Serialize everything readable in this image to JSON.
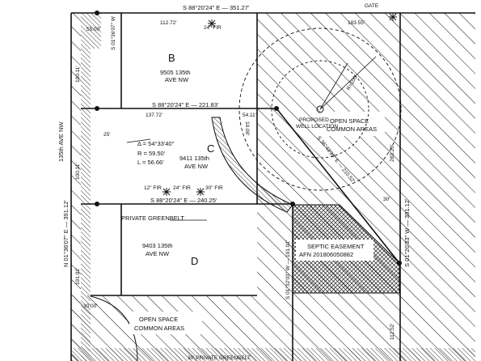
{
  "lots": {
    "b": {
      "letter": "B",
      "address_line1": "9505 135th",
      "address_line2": "AVE NW"
    },
    "c": {
      "letter": "C",
      "address_line1": "9411 135th",
      "address_line2": "AVE NW"
    },
    "d": {
      "letter": "D",
      "address_line1": "9403 135th",
      "address_line2": "AVE NW"
    }
  },
  "bearings": {
    "top": "S 88°20'24\" E — 351.27'",
    "bc": "S 88°20'24\" E — 221.83'",
    "cd": "S 88°20'24\" E — 240.25'",
    "left": "N 01°36'07\" E — 391.12'",
    "right": "S 01°20'33\" W — 391.12'",
    "inner_right": "S 01°32'03\" W — 191.01'",
    "diagonal": "S 36°43'33\" E — 210.52'",
    "inner_b": "S 01°36'07\" W"
  },
  "distances": {
    "top_left": "112.72'",
    "top_right": "183.55'",
    "bc_left": "137.72'",
    "bc_right": "54.11'",
    "lot_b_left": "100.11'",
    "lot_c_left": "100.11'",
    "lot_d_left": "191.01'",
    "lot_d_right": "191.01'",
    "easement_right": "283.20'",
    "bottom_right": "112.52'",
    "setback_55": "55.00'",
    "setback_30": "30.00'",
    "offset_30": "30'",
    "offset_25": "25'",
    "offset_10": "10.00'",
    "lot_c_curve": "54.11'"
  },
  "curve": {
    "delta": "Δ = 54°33'40\"",
    "radius": "R = 59.50'",
    "length": "L = 56.66'"
  },
  "labels": {
    "street": "135th AVE NW",
    "gate": "GATE",
    "open_space": [
      "OPEN SPACE",
      "COMMON AREAS"
    ],
    "open_space_bottom": [
      "OPEN SPACE",
      "COMMON AREAS"
    ],
    "well": [
      "PROPOSED",
      "WELL LOCATION"
    ],
    "radius_100": "R=100'",
    "private_greenbelt": "PRIVATE GREENBELT",
    "septic": [
      "SEPTIC EASEMENT",
      "AFN 201806050882"
    ],
    "bottom_strip": "30' PRIVATE GREENBELT",
    "tree_fir": "24\" FIR",
    "tree_fir2": "24\" FIR",
    "tree_fir3": "30\" FIR",
    "tree_fir4": "12\" FIR"
  }
}
